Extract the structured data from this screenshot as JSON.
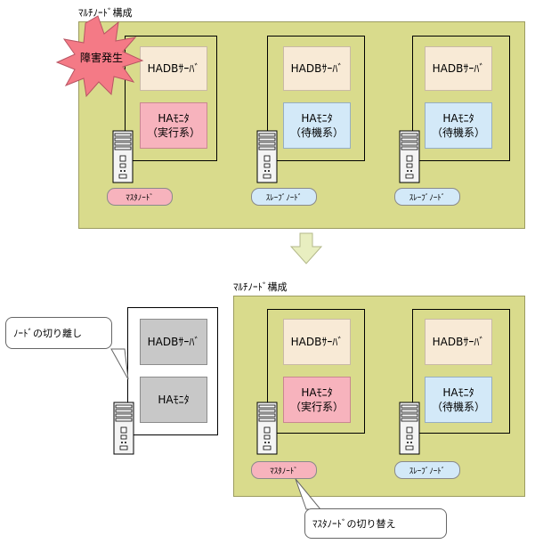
{
  "top": {
    "title": "ﾏﾙﾁﾉｰﾄﾞ構成",
    "fault": "障害発生",
    "nodes": [
      {
        "server": "HADBｻｰﾊﾞ",
        "monitor_l1": "HAﾓﾆﾀ",
        "monitor_l2": "（実行系）",
        "node": "ﾏｽﾀﾉｰﾄﾞ"
      },
      {
        "server": "HADBｻｰﾊﾞ",
        "monitor_l1": "HAﾓﾆﾀ",
        "monitor_l2": "（待機系）",
        "node": "ｽﾚｰﾌﾞﾉｰﾄﾞ"
      },
      {
        "server": "HADBｻｰﾊﾞ",
        "monitor_l1": "HAﾓﾆﾀ",
        "monitor_l2": "（待機系）",
        "node": "ｽﾚｰﾌﾞﾉｰﾄﾞ"
      }
    ]
  },
  "detached": {
    "callout": "ﾉｰﾄﾞの切り離し",
    "server": "HADBｻｰﾊﾞ",
    "monitor": "HAﾓﾆﾀ"
  },
  "bottom": {
    "title": "ﾏﾙﾁﾉｰﾄﾞ構成",
    "nodes": [
      {
        "server": "HADBｻｰﾊﾞ",
        "monitor_l1": "HAﾓﾆﾀ",
        "monitor_l2": "（実行系）",
        "node": "ﾏｽﾀﾉｰﾄﾞ"
      },
      {
        "server": "HADBｻｰﾊﾞ",
        "monitor_l1": "HAﾓﾆﾀ",
        "monitor_l2": "（待機系）",
        "node": "ｽﾚｰﾌﾞﾉｰﾄﾞ"
      }
    ],
    "callout": "ﾏｽﾀﾉｰﾄﾞの切り替え"
  },
  "colors": {
    "panel": "#d9db8c",
    "server": "#f8ead6",
    "monitor_active": "#f7b3bd",
    "monitor_standby": "#d3e9f8",
    "detached": "#c8c8c8",
    "fault_burst": "#f47a86",
    "arrow": "#e8eec0"
  }
}
